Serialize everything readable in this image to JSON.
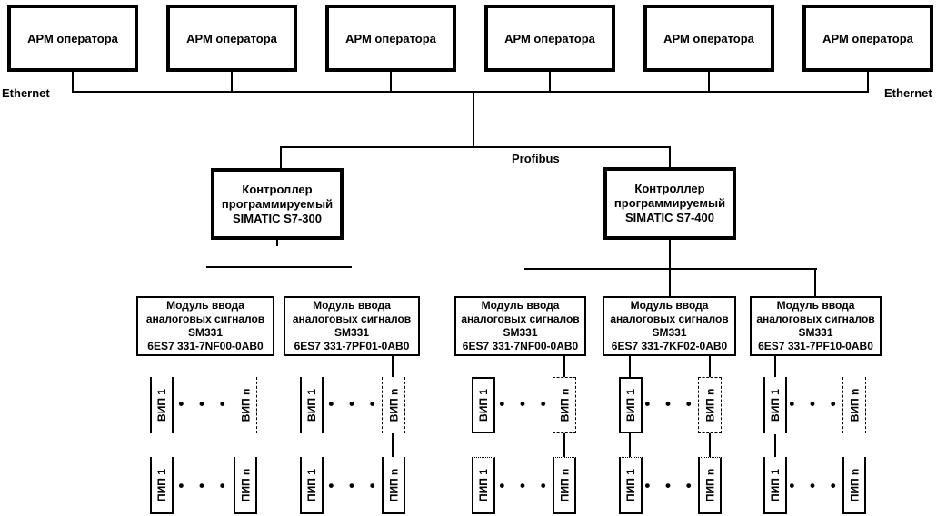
{
  "workstations": [
    "АРМ оператора",
    "АРМ оператора",
    "АРМ оператора",
    "АРМ оператора",
    "АРМ оператора",
    "АРМ оператора"
  ],
  "labels": {
    "ethernet_left": "Ethernet",
    "ethernet_right": "Ethernet",
    "profibus": "Profibus"
  },
  "controllers": [
    {
      "lines": [
        "Контроллер",
        "программируемый",
        "SIMATIC S7-300"
      ]
    },
    {
      "lines": [
        "Контроллер",
        "программируемый",
        "SIMATIC S7-400"
      ]
    }
  ],
  "modules": [
    {
      "lines": [
        "Модуль ввода",
        "аналоговых сигналов",
        "SM331",
        "6ES7 331-7NF00-0AB0"
      ]
    },
    {
      "lines": [
        "Модуль ввода",
        "аналоговых сигналов",
        "SM331",
        "6ES7 331-7PF01-0AB0"
      ]
    },
    {
      "lines": [
        "Модуль ввода",
        "аналоговых сигналов",
        "SM331",
        "6ES7 331-7NF00-0AB0"
      ]
    },
    {
      "lines": [
        "Модуль ввода",
        "аналоговых сигналов",
        "SM331",
        "6ES7 331-7KF02-0AB0"
      ]
    },
    {
      "lines": [
        "Модуль ввода",
        "аналоговых сигналов",
        "SM331",
        "6ES7 331-7PF10-0AB0"
      ]
    }
  ],
  "sensors": {
    "vip_first": "ВИП 1",
    "vip_last": "ВИП n",
    "pip_first": "ПИП 1",
    "pip_last": "ПИП n",
    "ellipsis": "• • •"
  },
  "colors": {
    "line": "#000000",
    "background": "#ffffff"
  }
}
